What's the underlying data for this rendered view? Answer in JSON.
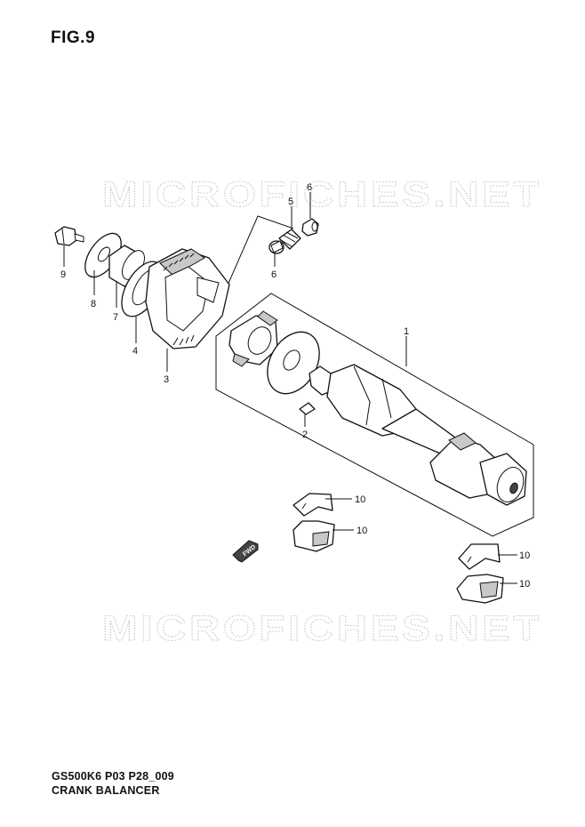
{
  "figure": {
    "title": "FIG.9"
  },
  "footer": {
    "code": "GS500K6 P03 P28_009",
    "name": "CRANK BALANCER"
  },
  "watermark": {
    "text": "MICROFICHES.NET"
  },
  "fwd_label": "FWD",
  "callouts": {
    "c1": "1",
    "c2": "2",
    "c3": "3",
    "c4": "4",
    "c5": "5",
    "c6a": "6",
    "c6b": "6",
    "c7": "7",
    "c8": "8",
    "c9": "9",
    "c10a": "10",
    "c10b": "10",
    "c10c": "10",
    "c10d": "10"
  }
}
